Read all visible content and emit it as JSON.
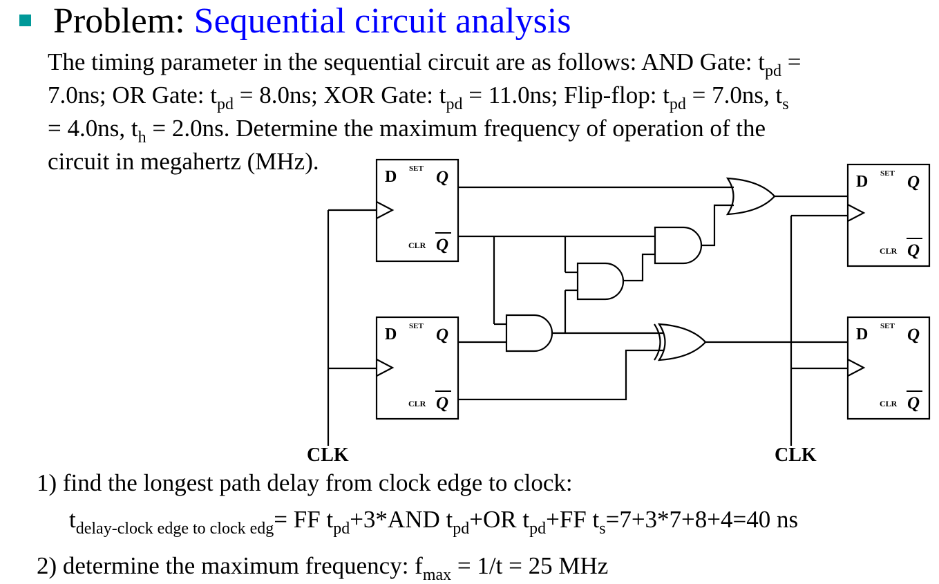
{
  "header": {
    "bullet_color": "#009999",
    "title_prefix": "Problem: ",
    "title_accent": "Sequential circuit analysis",
    "accent_color": "#0000ff"
  },
  "problem": {
    "line1_a": "The timing parameter in the sequential circuit are as follows: AND Gate: t",
    "line1_sub": "pd",
    "line1_b": " =",
    "line2_a": "7.0ns; OR Gate: t",
    "line2_sub1": "pd",
    "line2_b": " = 8.0ns; XOR Gate: t",
    "line2_sub2": "pd",
    "line2_c": " = 11.0ns; Flip-flop: t",
    "line2_sub3": "pd",
    "line2_d": " = 7.0ns, t",
    "line2_sub4": "s",
    "line3_a": "= 4.0ns, t",
    "line3_sub": "h",
    "line3_b": " = 2.0ns. Determine the maximum frequency of operation of the",
    "line4": "circuit in megahertz (MHz)."
  },
  "timing": {
    "and_gate_tpd_ns": 7.0,
    "or_gate_tpd_ns": 8.0,
    "xor_gate_tpd_ns": 11.0,
    "ff_tpd_ns": 7.0,
    "ff_ts_ns": 4.0,
    "ff_th_ns": 2.0
  },
  "circuit": {
    "flipflops": [
      {
        "id": "ff-top-left",
        "d": "D",
        "set": "SET",
        "q": "Q",
        "clr": "CLR",
        "qbar": "Q"
      },
      {
        "id": "ff-bottom-left",
        "d": "D",
        "set": "SET",
        "q": "Q",
        "clr": "CLR",
        "qbar": "Q"
      },
      {
        "id": "ff-top-right",
        "d": "D",
        "set": "SET",
        "q": "Q",
        "clr": "CLR",
        "qbar": "Q"
      },
      {
        "id": "ff-bottom-right",
        "d": "D",
        "set": "SET",
        "q": "Q",
        "clr": "CLR",
        "qbar": "Q"
      }
    ],
    "gates": [
      "AND",
      "AND",
      "AND",
      "OR",
      "XOR"
    ],
    "clk_left": "CLK",
    "clk_right": "CLK"
  },
  "solution": {
    "step1": "1) find the longest path delay from clock edge to clock:",
    "eq_t": "t",
    "eq_sub": "delay-clock edge to clock edg",
    "eq_a": "= FF t",
    "eq_sub1": "pd",
    "eq_b": "+3*AND t",
    "eq_sub2": "pd",
    "eq_c": "+OR t",
    "eq_sub3": "pd",
    "eq_d": "+FF t",
    "eq_sub4": "s",
    "eq_e": "=7+3*7+8+4=40 ns",
    "step2_a": "2) determine the maximum frequency: f",
    "step2_sub": "max",
    "step2_b": " = 1/t = 25 MHz",
    "result_delay_ns": 40,
    "result_fmax_mhz": 25
  }
}
